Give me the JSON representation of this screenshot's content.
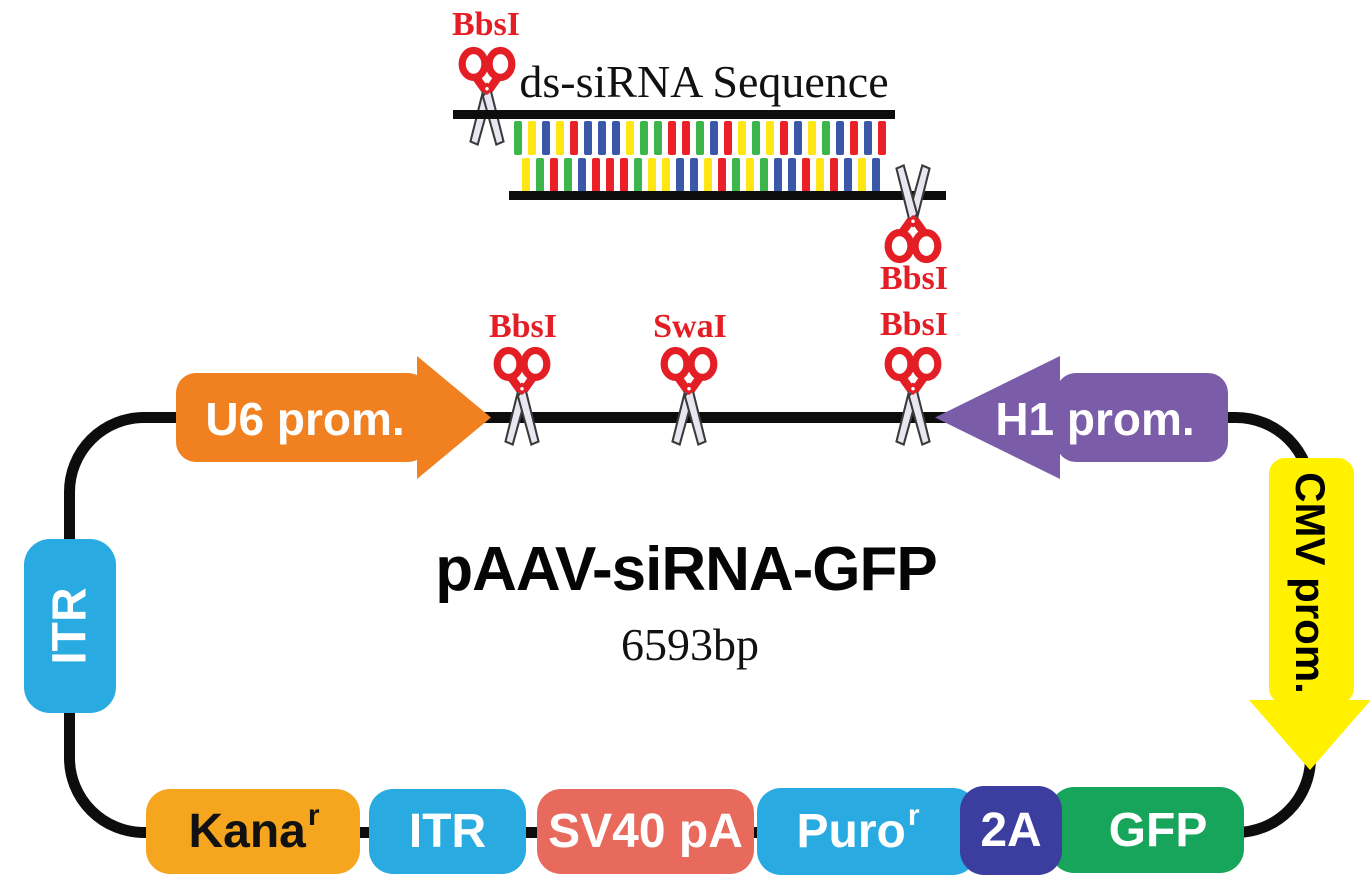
{
  "plasmid": {
    "name": "pAAV-siRNA-GFP",
    "size": "6593bp"
  },
  "insert": {
    "label": "ds-siRNA Sequence",
    "site_top": "BbsI",
    "site_bottom": "BbsI",
    "base_colors": {
      "G": "#3CB54B",
      "Y": "#FFE612",
      "B": "#3A57A8",
      "R": "#EC2027"
    },
    "top_strand": [
      "G",
      "Y",
      "B",
      "Y",
      "R",
      "B",
      "B",
      "B",
      "Y",
      "G",
      "G",
      "R",
      "R",
      "G",
      "B",
      "R",
      "Y",
      "G",
      "Y",
      "R",
      "B",
      "Y",
      "G",
      "B",
      "R",
      "B",
      "R"
    ],
    "bottom_strand": [
      "Y",
      "G",
      "R",
      "G",
      "B",
      "R",
      "R",
      "R",
      "G",
      "Y",
      "Y",
      "B",
      "B",
      "Y",
      "R",
      "G",
      "Y",
      "G",
      "B",
      "B",
      "R",
      "Y",
      "R",
      "B",
      "Y",
      "B"
    ]
  },
  "backbone_sites": {
    "bbsi_left": "BbsI",
    "swai": "SwaI",
    "bbsi_right": "BbsI"
  },
  "features": {
    "u6": {
      "label": "U6 prom.",
      "color": "#F08020"
    },
    "h1": {
      "label": "H1 prom.",
      "color": "#7A5CA8"
    },
    "cmv": {
      "label": "CMV prom.",
      "color": "#FFF100"
    },
    "itr_left": {
      "label": "ITR",
      "color": "#29ABE2"
    },
    "kana": {
      "label": "Kana",
      "sup": "r",
      "color": "#F6A51F"
    },
    "itr_bottom": {
      "label": "ITR",
      "color": "#29ABE2"
    },
    "sv40": {
      "label": "SV40 pA",
      "color": "#E86A5C"
    },
    "puro": {
      "label": "Puro",
      "sup": "r",
      "color": "#29ABE2"
    },
    "p2a": {
      "label": "2A",
      "color": "#3B3E9F"
    },
    "gfp": {
      "label": "GFP",
      "color": "#17A45B"
    }
  },
  "colors": {
    "enzyme_label": "#E31E25",
    "backbone": "#0D0D0D"
  }
}
